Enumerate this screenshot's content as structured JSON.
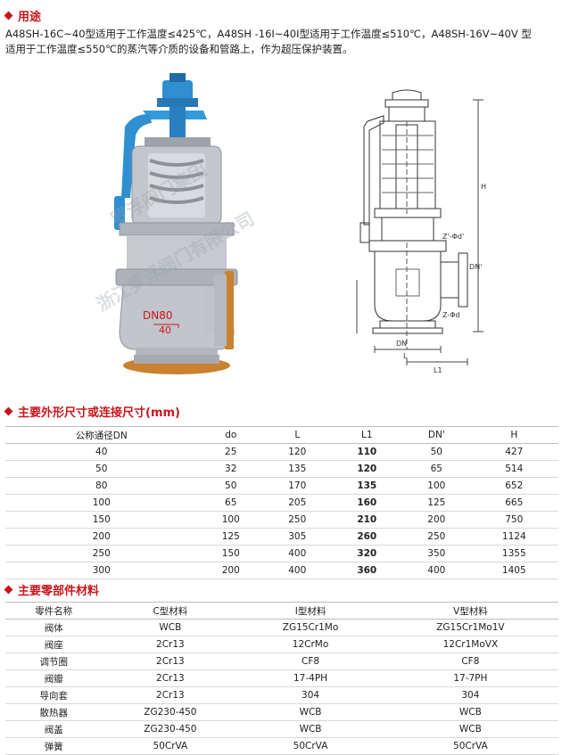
{
  "usage": {
    "title": "用途",
    "line1": "A48SH-16C~40型适用于工作温度≤425℃，A48SH -16I~40I型适用于工作温度≤510℃，A48SH-16V~40V 型",
    "line2": "适用于工作温度≤550℃的蒸汽等介质的设备和管路上，作为超压保护装置。"
  },
  "photo": {
    "marking_top": "DN80",
    "marking_bottom": "40",
    "watermark_1": "罗浮阀门集团",
    "watermark_2": "浙江罗浮阀门有限公司"
  },
  "drawing": {
    "label_H": "H",
    "label_Z1": "Z'-Φd'",
    "label_Z": "Z-Φd",
    "label_L": "L",
    "label_L1": "L1",
    "label_DN1": "DN'",
    "label_DN": "DN"
  },
  "dims": {
    "title": "主要外形尺寸或连接尺寸(mm)",
    "headers": [
      "公称通径DN",
      "do",
      "L",
      "L1",
      "DN'",
      "H"
    ],
    "rows": [
      [
        "40",
        "25",
        "120",
        "110",
        "50",
        "427"
      ],
      [
        "50",
        "32",
        "135",
        "120",
        "65",
        "514"
      ],
      [
        "80",
        "50",
        "170",
        "135",
        "100",
        "652"
      ],
      [
        "100",
        "65",
        "205",
        "160",
        "125",
        "665"
      ],
      [
        "150",
        "100",
        "250",
        "210",
        "200",
        "750"
      ],
      [
        "200",
        "125",
        "305",
        "260",
        "250",
        "1124"
      ],
      [
        "250",
        "150",
        "400",
        "320",
        "350",
        "1355"
      ],
      [
        "300",
        "200",
        "400",
        "360",
        "400",
        "1405"
      ]
    ]
  },
  "materials": {
    "title": "主要零部件材料",
    "headers": [
      "零件名称",
      "C型材料",
      "I型材料",
      "V型材料"
    ],
    "rows": [
      [
        "阀体",
        "WCB",
        "ZG15Cr1Mo",
        "ZG15Cr1Mo1V"
      ],
      [
        "阀座",
        "2Cr13",
        "12CrMo",
        "12Cr1MoVX"
      ],
      [
        "调节圈",
        "2Cr13",
        "CF8",
        "CF8"
      ],
      [
        "阀瓣",
        "2Cr13",
        "17-4PH",
        "17-7PH"
      ],
      [
        "导向套",
        "2Cr13",
        "304",
        "304"
      ],
      [
        "散热器",
        "ZG230-450",
        "WCB",
        "WCB"
      ],
      [
        "阀盖",
        "ZG230-450",
        "WCB",
        "WCB"
      ],
      [
        "弹簧",
        "50CrVA",
        "50CrVA",
        "50CrVA"
      ]
    ]
  },
  "colors": {
    "accent": "#c8161d",
    "valve_blue": "#2f8fd0",
    "valve_grey": "#b9bcc2",
    "flange_bronze": "#c9822f"
  }
}
